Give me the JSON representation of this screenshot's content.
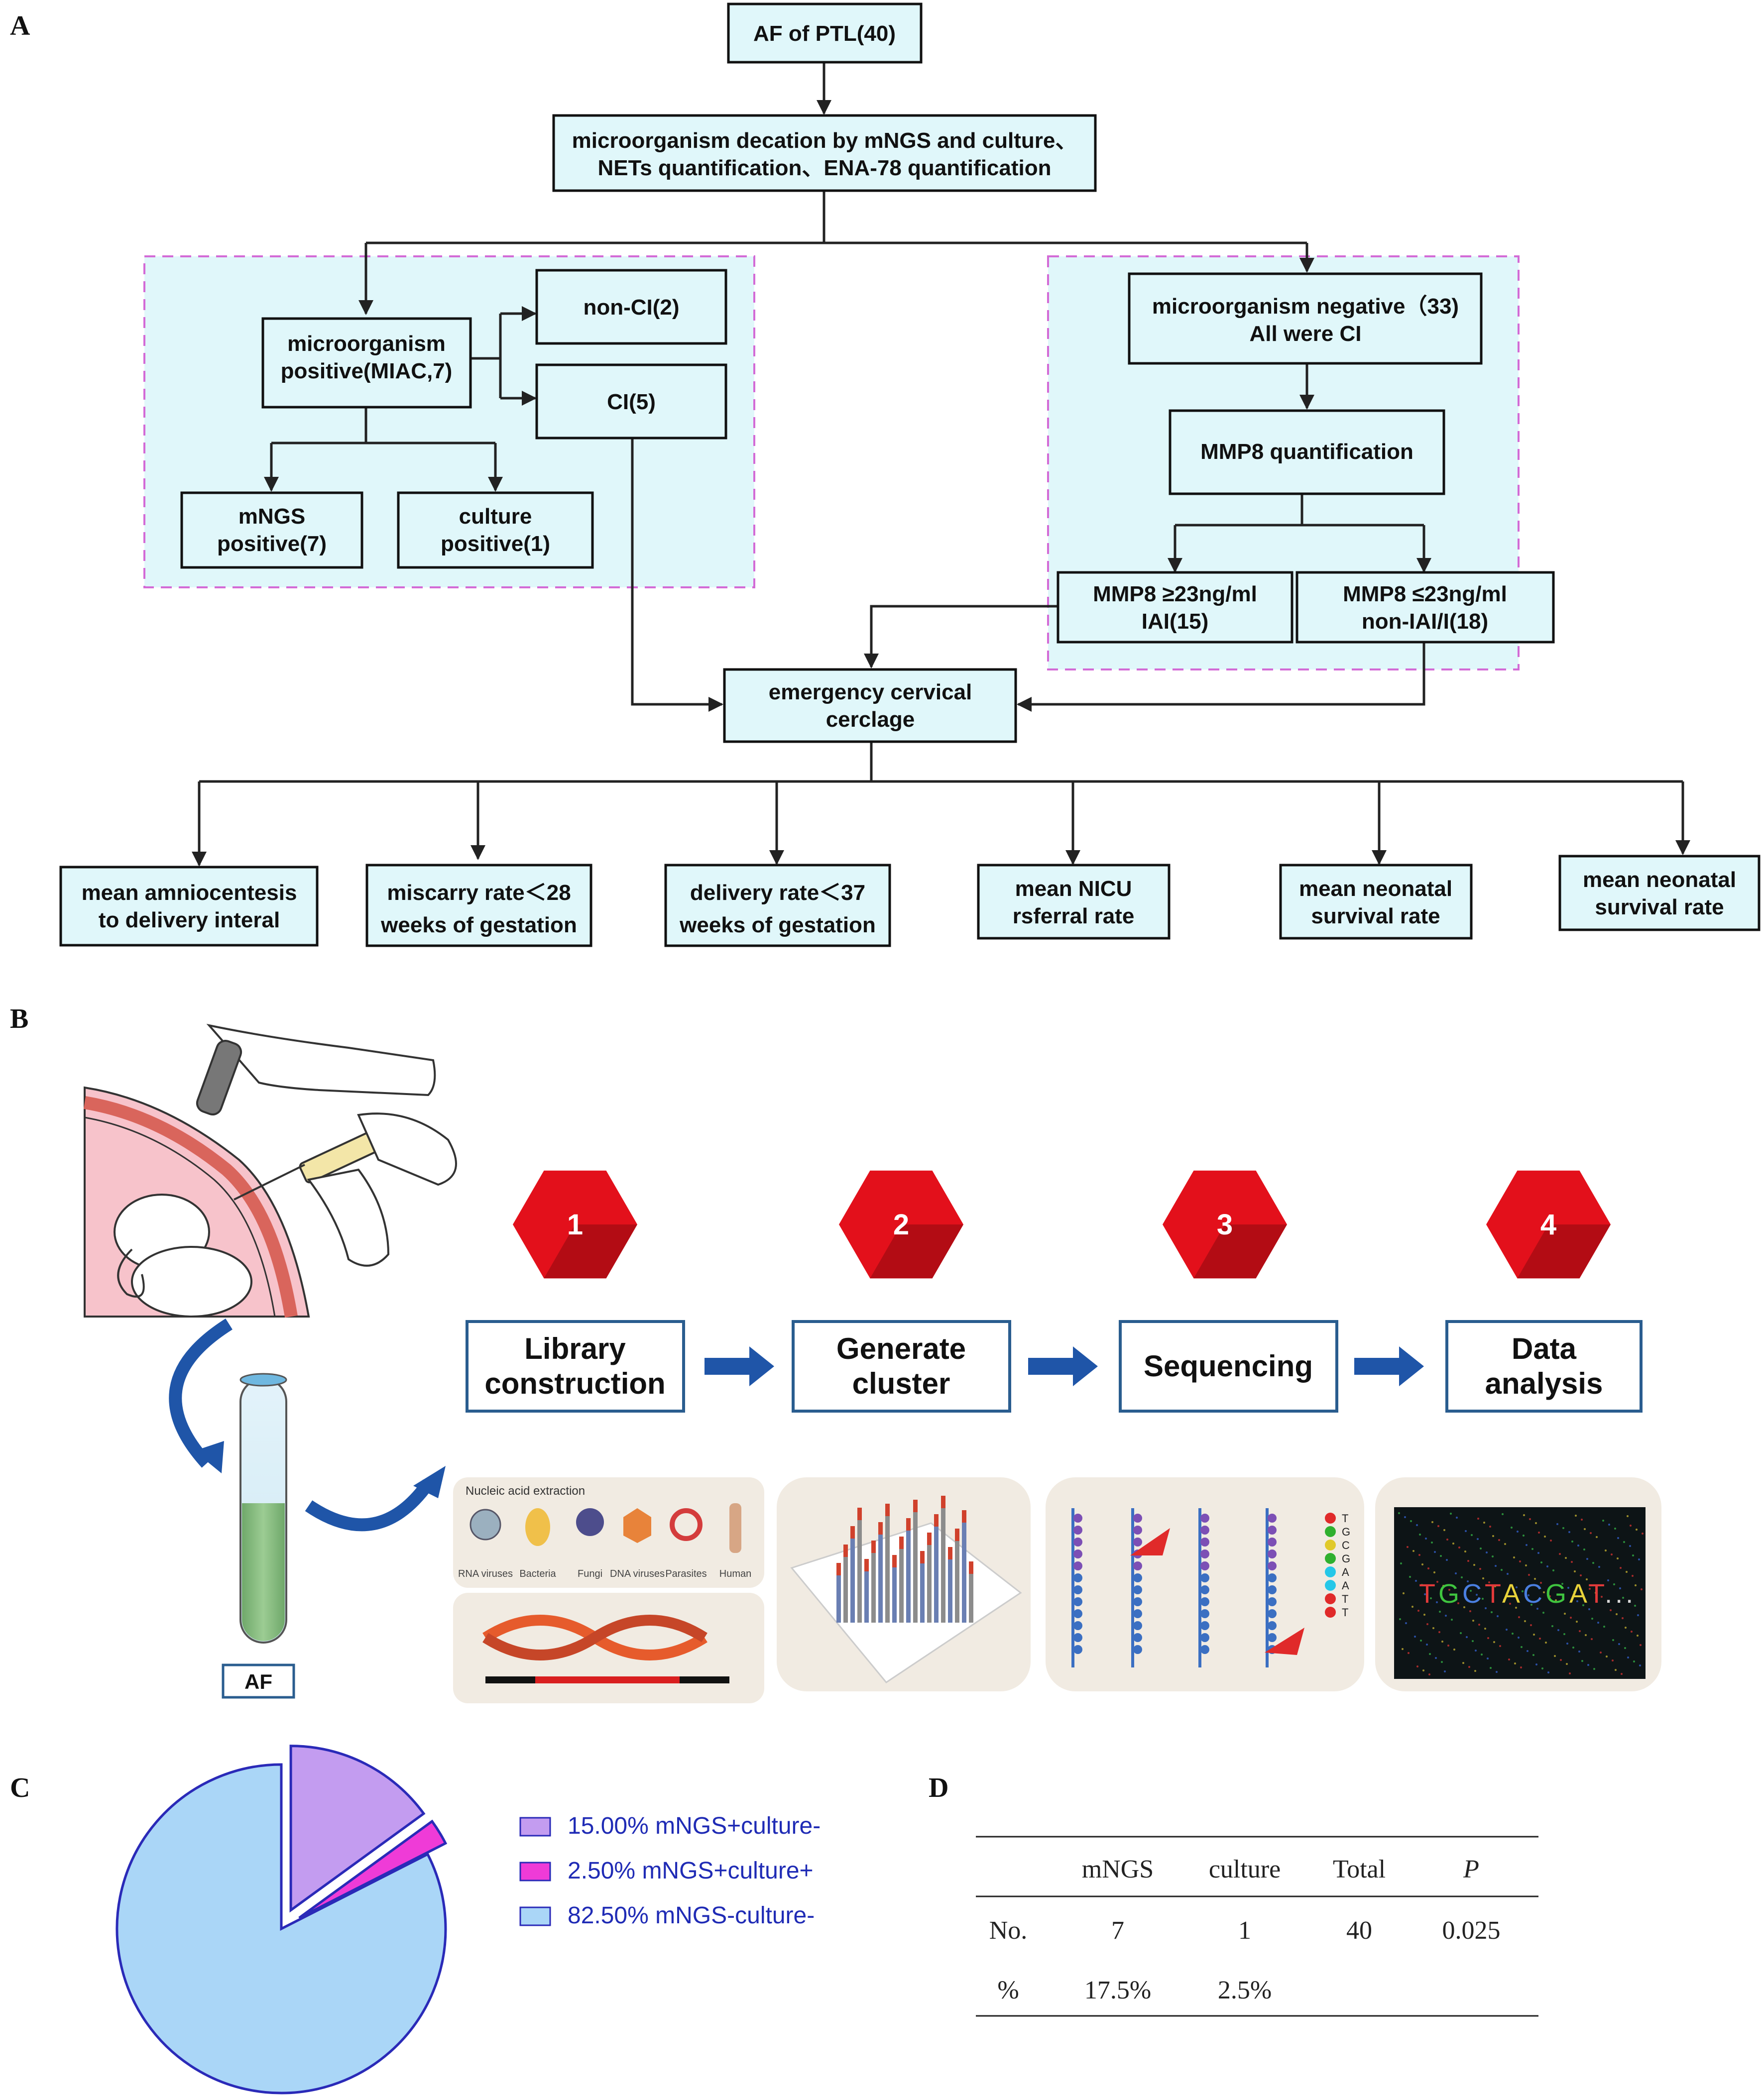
{
  "colors": {
    "box_fill": "#e0f7fa",
    "dashed_border": "#d36bd6",
    "hex_red": "#e3101b",
    "step_border": "#2a5d8f",
    "arrow_blue": "#1f55a8",
    "pie_light_blue": "#aad6f7",
    "pie_purple": "#c39cf0",
    "pie_magenta": "#ef3bd7",
    "legend_text": "#1f2bb5"
  },
  "panels": {
    "a": "A",
    "b": "B",
    "c": "C",
    "d": "D"
  },
  "flowchart": {
    "top": "AF of PTL(40)",
    "method_line1": "microorganism decation by mNGS and culture、",
    "method_line2": "NETs quantification、ENA-78 quantification",
    "positive_line1": "microorganism",
    "positive_line2": "positive(MIAC,7)",
    "non_ci": "non-CI(2)",
    "ci": "CI(5)",
    "mngs_line1": "mNGS",
    "mngs_line2": "positive(7)",
    "culture_line1": "culture",
    "culture_line2": "positive(1)",
    "negative_line1": "microorganism negative（33)",
    "negative_line2": "All were CI",
    "mmp8_quant": "MMP8 quantification",
    "mmp8_high_line1": "MMP8 ≥23ng/ml",
    "mmp8_high_line2": "IAI(15)",
    "mmp8_low_line1": "MMP8 ≤23ng/ml",
    "mmp8_low_line2": "non-IAI/I(18)",
    "cerclage_line1": "emergency cervical",
    "cerclage_line2": "cerclage",
    "outcomes": [
      {
        "line1": "mean amniocentesis",
        "line2": "to delivery interal"
      },
      {
        "line1": "miscarry rate＜28",
        "line2": "weeks of gestation"
      },
      {
        "line1": "delivery rate＜37",
        "line2": "weeks of gestation"
      },
      {
        "line1": "mean NICU",
        "line2": "rsferral rate"
      },
      {
        "line1": "mean neonatal",
        "line2": "survival rate"
      },
      {
        "line1": "mean neonatal",
        "line2": "survival rate"
      }
    ]
  },
  "workflow": {
    "tube_label": "AF",
    "steps": [
      {
        "num": "1",
        "line1": "Library",
        "line2": "construction"
      },
      {
        "num": "2",
        "line1": "Generate",
        "line2": "cluster"
      },
      {
        "num": "3",
        "line1": "Sequencing",
        "line2": ""
      },
      {
        "num": "4",
        "line1": "Data",
        "line2": "analysis"
      }
    ],
    "extraction_title": "Nucleic acid extraction",
    "extraction_items": [
      "RNA viruses",
      "Bacteria",
      "Fungi",
      "DNA viruses",
      "Parasites",
      "Human"
    ],
    "sequence_text": "TGCTACGAT...",
    "base_calls": [
      "T",
      "G",
      "C",
      "G",
      "A",
      "A",
      "T",
      "T"
    ]
  },
  "chart_data": {
    "type": "pie",
    "slices": [
      {
        "label": "15.00%  mNGS+culture-",
        "value": 15.0,
        "color": "#c39cf0",
        "exploded": true
      },
      {
        "label": "2.50%  mNGS+culture+",
        "value": 2.5,
        "color": "#ef3bd7",
        "exploded": true
      },
      {
        "label": "82.50%  mNGS-culture-",
        "value": 82.5,
        "color": "#aad6f7",
        "exploded": false
      }
    ],
    "legend_position": "right"
  },
  "table": {
    "headers": [
      "",
      "mNGS",
      "culture",
      "Total",
      "P"
    ],
    "rows": [
      [
        "No.",
        "7",
        "1",
        "40",
        "0.025"
      ],
      [
        "%",
        "17.5%",
        "2.5%",
        "",
        ""
      ]
    ]
  }
}
